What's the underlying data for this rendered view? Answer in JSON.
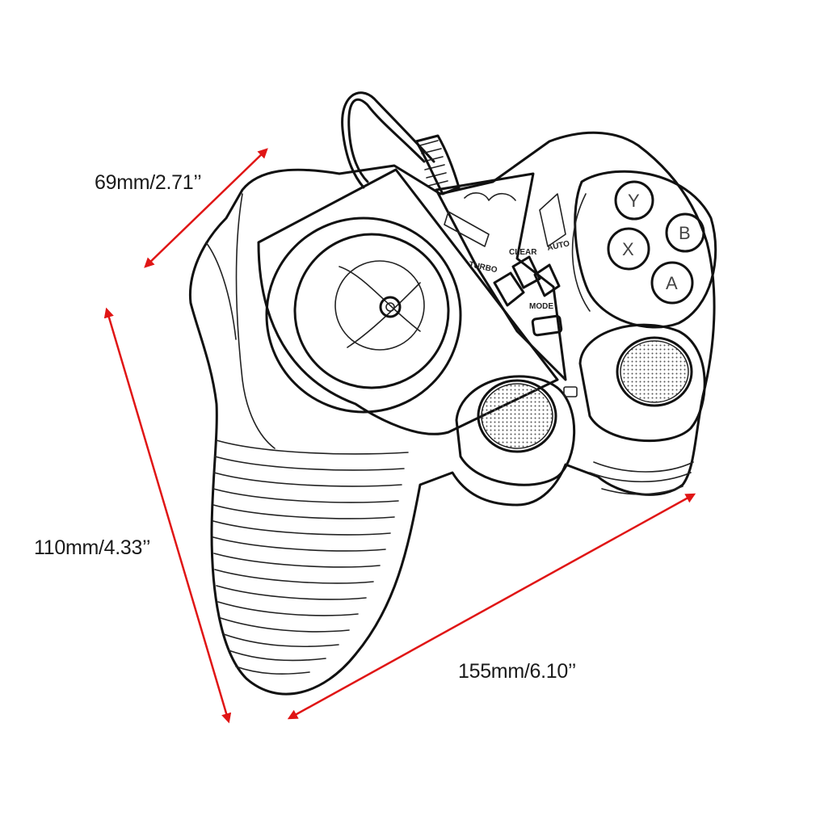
{
  "dimensions": {
    "depth": "69mm/2.71’’",
    "height": "110mm/4.33’’",
    "width": "155mm/6.10’’"
  },
  "controller": {
    "face_buttons": {
      "top": "Y",
      "right": "B",
      "left": "X",
      "bottom": "A"
    },
    "center_labels": {
      "turbo": "TURBO",
      "clear": "CLEAR",
      "auto": "AUTO",
      "mode": "MODE"
    }
  },
  "colors": {
    "arrow": "#e01515",
    "line": "#111111",
    "background": "#ffffff"
  }
}
